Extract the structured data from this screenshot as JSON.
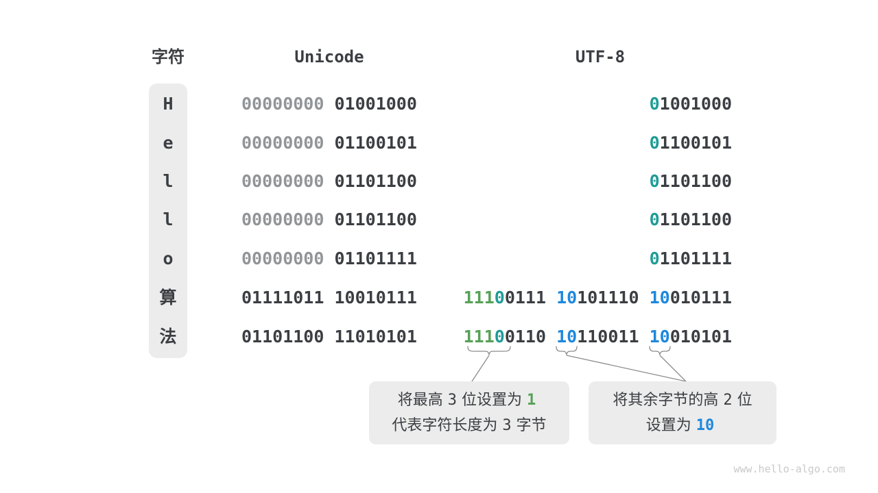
{
  "colors": {
    "dark_text": "#3b3e42",
    "gray_bits": "#919598",
    "green_prefix": "#57a157",
    "teal_prefix": "#1f9c96",
    "blue_prefix": "#1e88dd",
    "panel_bg": "#ececec",
    "connector": "#8c8c8c",
    "watermark": "#c9c9c9"
  },
  "table": {
    "headers": {
      "char": "字符",
      "unicode": "Unicode",
      "utf8": "UTF-8"
    },
    "row_centers_y": [
      152,
      209,
      265,
      321,
      378,
      435,
      492
    ],
    "rows": [
      {
        "char": "H",
        "char_type": "latin",
        "unicode": [
          {
            "t": "00000000",
            "c": "gray"
          },
          {
            "t": "01001000",
            "c": "dark"
          }
        ],
        "utf8": [
          [
            {
              "t": "0",
              "c": "teal"
            },
            {
              "t": "1001000",
              "c": "dark"
            }
          ]
        ]
      },
      {
        "char": "e",
        "char_type": "latin",
        "unicode": [
          {
            "t": "00000000",
            "c": "gray"
          },
          {
            "t": "01100101",
            "c": "dark"
          }
        ],
        "utf8": [
          [
            {
              "t": "0",
              "c": "teal"
            },
            {
              "t": "1100101",
              "c": "dark"
            }
          ]
        ]
      },
      {
        "char": "l",
        "char_type": "latin",
        "unicode": [
          {
            "t": "00000000",
            "c": "gray"
          },
          {
            "t": "01101100",
            "c": "dark"
          }
        ],
        "utf8": [
          [
            {
              "t": "0",
              "c": "teal"
            },
            {
              "t": "1101100",
              "c": "dark"
            }
          ]
        ]
      },
      {
        "char": "l",
        "char_type": "latin",
        "unicode": [
          {
            "t": "00000000",
            "c": "gray"
          },
          {
            "t": "01101100",
            "c": "dark"
          }
        ],
        "utf8": [
          [
            {
              "t": "0",
              "c": "teal"
            },
            {
              "t": "1101100",
              "c": "dark"
            }
          ]
        ]
      },
      {
        "char": "o",
        "char_type": "latin",
        "unicode": [
          {
            "t": "00000000",
            "c": "gray"
          },
          {
            "t": "01101111",
            "c": "dark"
          }
        ],
        "utf8": [
          [
            {
              "t": "0",
              "c": "teal"
            },
            {
              "t": "1101111",
              "c": "dark"
            }
          ]
        ]
      },
      {
        "char": "算",
        "char_type": "cjk",
        "unicode": [
          {
            "t": "01111011",
            "c": "dark"
          },
          {
            "t": "10010111",
            "c": "dark"
          }
        ],
        "utf8": [
          [
            {
              "t": "111",
              "c": "green"
            },
            {
              "t": "0",
              "c": "teal"
            },
            {
              "t": "0111",
              "c": "dark"
            }
          ],
          [
            {
              "t": "10",
              "c": "blue"
            },
            {
              "t": "101110",
              "c": "dark"
            }
          ],
          [
            {
              "t": "10",
              "c": "blue"
            },
            {
              "t": "010111",
              "c": "dark"
            }
          ]
        ]
      },
      {
        "char": "法",
        "char_type": "cjk",
        "unicode": [
          {
            "t": "01101100",
            "c": "dark"
          },
          {
            "t": "11010101",
            "c": "dark"
          }
        ],
        "utf8": [
          [
            {
              "t": "111",
              "c": "green"
            },
            {
              "t": "0",
              "c": "teal"
            },
            {
              "t": "0110",
              "c": "dark"
            }
          ],
          [
            {
              "t": "10",
              "c": "blue"
            },
            {
              "t": "110011",
              "c": "dark"
            }
          ],
          [
            {
              "t": "10",
              "c": "blue"
            },
            {
              "t": "010101",
              "c": "dark"
            }
          ]
        ]
      }
    ]
  },
  "callouts": [
    {
      "name": "callout-leading-byte",
      "lines": [
        [
          {
            "t": "将最高",
            "c": "cjk"
          },
          {
            "t": "3",
            "c": "num"
          },
          {
            "t": "位设置为",
            "c": "cjk"
          },
          {
            "t": "1",
            "c": "green"
          }
        ],
        [
          {
            "t": "代表字符长度为",
            "c": "cjk"
          },
          {
            "t": "3",
            "c": "num"
          },
          {
            "t": "字节",
            "c": "cjk"
          }
        ]
      ]
    },
    {
      "name": "callout-continuation-byte",
      "lines": [
        [
          {
            "t": "将其余字节的高",
            "c": "cjk"
          },
          {
            "t": "2",
            "c": "num"
          },
          {
            "t": "位",
            "c": "cjk"
          }
        ],
        [
          {
            "t": "设置为",
            "c": "cjk"
          },
          {
            "t": "10",
            "c": "blue"
          }
        ]
      ]
    }
  ],
  "watermark": "www.hello-algo.com"
}
